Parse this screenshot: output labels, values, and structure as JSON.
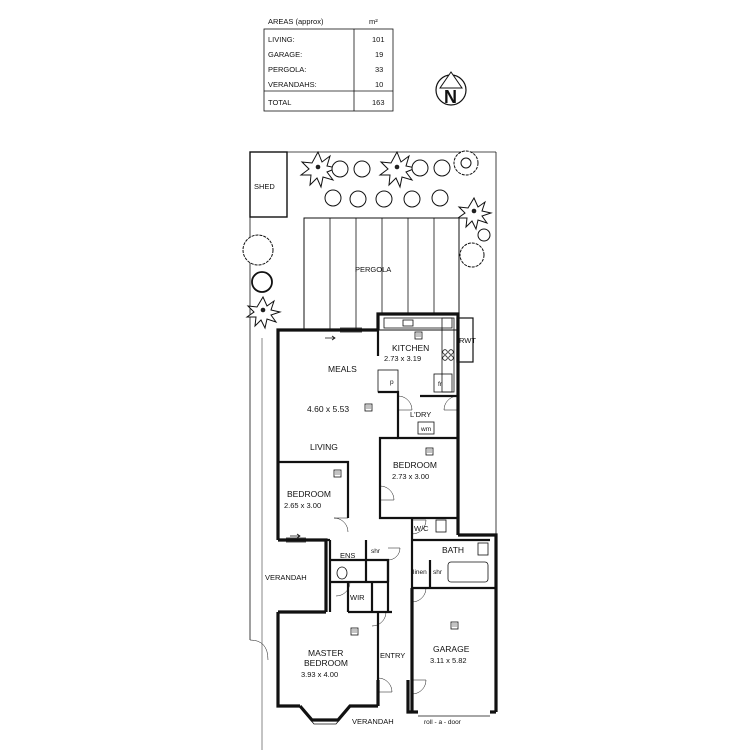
{
  "areas_table": {
    "header_label": "AREAS (approx)",
    "header_unit": "m²",
    "rows": [
      {
        "label": "LIVING:",
        "value": "101"
      },
      {
        "label": "GARAGE:",
        "value": "19"
      },
      {
        "label": "PERGOLA:",
        "value": "33"
      },
      {
        "label": "VERANDAHS:",
        "value": "10"
      }
    ],
    "total": {
      "label": "TOTAL",
      "value": "163"
    }
  },
  "north_arrow": {
    "letter": "N"
  },
  "rooms": {
    "shed": "SHED",
    "pergola": "PERGOLA",
    "kitchen": "KITCHEN",
    "kitchen_size": "2.73 x 3.19",
    "rwt": "RWT",
    "meals": "MEALS",
    "living_size": "4.60 x 5.53",
    "living": "LIVING",
    "pantry": "p",
    "fridge": "fr",
    "laundry": "L'DRY",
    "washing_machine": "wm",
    "bedroom2": "BEDROOM",
    "bedroom2_size": "2.73 x 3.00",
    "bedroom3": "BEDROOM",
    "bedroom3_size": "2.65 x 3.00",
    "wc": "W/C",
    "bath": "BATH",
    "linen": "linen",
    "bath_shower": "shr",
    "ensuite": "ENS",
    "ensuite_shower": "shr",
    "verandah_side": "VERANDAH",
    "wir": "WIR",
    "master": "MASTER",
    "master_line2": "BEDROOM",
    "master_size": "3.93 x 4.00",
    "entry": "ENTRY",
    "garage": "GARAGE",
    "garage_size": "3.11 x 5.82",
    "verandah_front": "VERANDAH",
    "roll_a_door": "roll - a - door"
  }
}
